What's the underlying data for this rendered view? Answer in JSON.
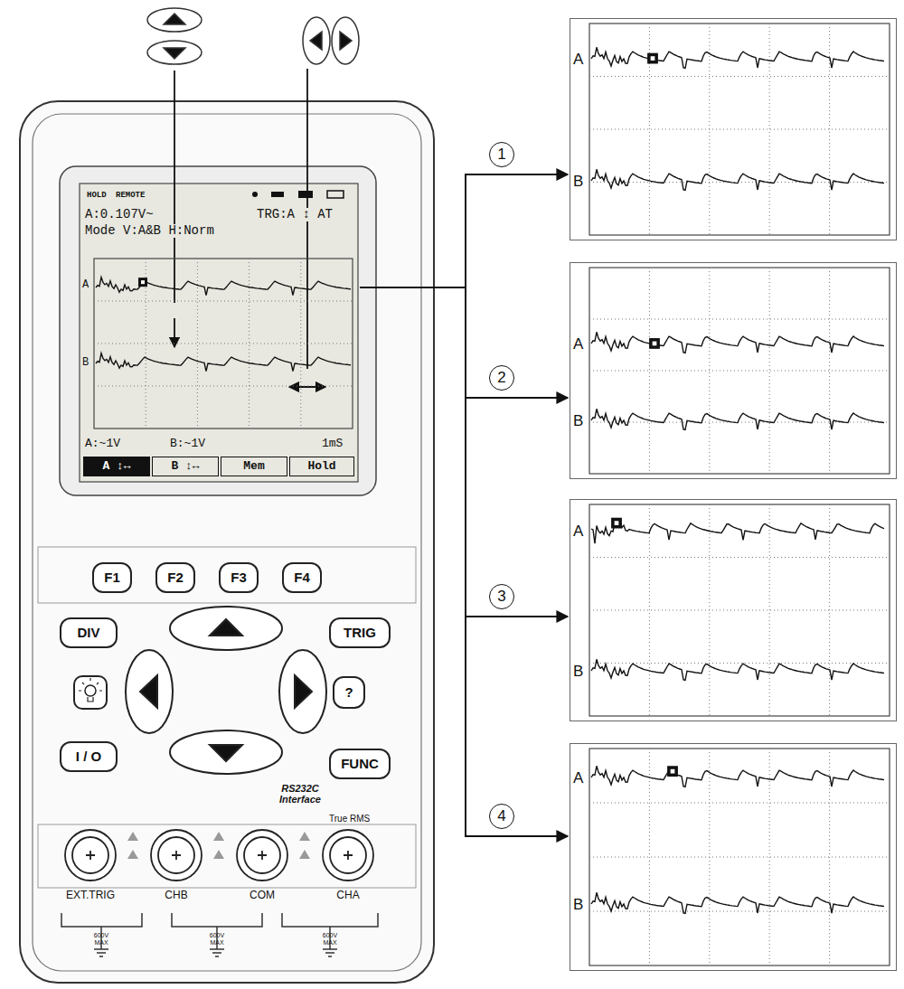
{
  "diagram": {
    "nodes": [
      {
        "text": [
          "HOLD",
          "REMOTE",
          "A:0.107V~",
          "TRG:A ↕ AT",
          "Mode V:A&B H:Norm",
          "A",
          "B",
          "A:~1V",
          "B:~1V",
          "1mS"
        ]
      },
      {
        "text": [
          "A ↕↔"
        ],
        "in": 0
      },
      {
        "text": [
          "B ↕↔"
        ],
        "in": 0
      },
      {
        "text": [
          "Mem"
        ],
        "in": 0
      },
      {
        "text": [
          "Hold"
        ],
        "in": 0
      },
      {
        "text": [
          "A",
          "B"
        ]
      },
      {
        "text": [
          "A",
          "B"
        ]
      },
      {
        "text": [
          "A",
          "B"
        ]
      },
      {
        "text": [
          "A",
          "B"
        ]
      },
      {
        "text": [
          "F1"
        ]
      },
      {
        "text": [
          "F2"
        ]
      },
      {
        "text": [
          "F3"
        ]
      },
      {
        "text": [
          "F4"
        ]
      },
      {
        "text": [
          "DIV"
        ]
      },
      {
        "text": [
          "TRIG"
        ]
      },
      {
        "text": [
          "?"
        ]
      },
      {
        "text": [
          "I / O"
        ]
      },
      {
        "text": [
          "FUNC"
        ]
      }
    ],
    "edges": [
      {
        "from": 0,
        "to": 5,
        "label": "1",
        "arrow": "to"
      },
      {
        "from": 0,
        "to": 6,
        "label": "2",
        "arrow": "to"
      },
      {
        "from": 0,
        "to": 7,
        "label": "3",
        "arrow": "to"
      },
      {
        "from": 0,
        "to": 8,
        "label": "4",
        "arrow": "to"
      }
    ],
    "labels": [
      "RS232C Interface",
      "True RMS",
      "EXT.TRIG",
      "CHB",
      "COM",
      "CHA",
      "600V MAX",
      "600V MAX",
      "600V MAX"
    ]
  }
}
